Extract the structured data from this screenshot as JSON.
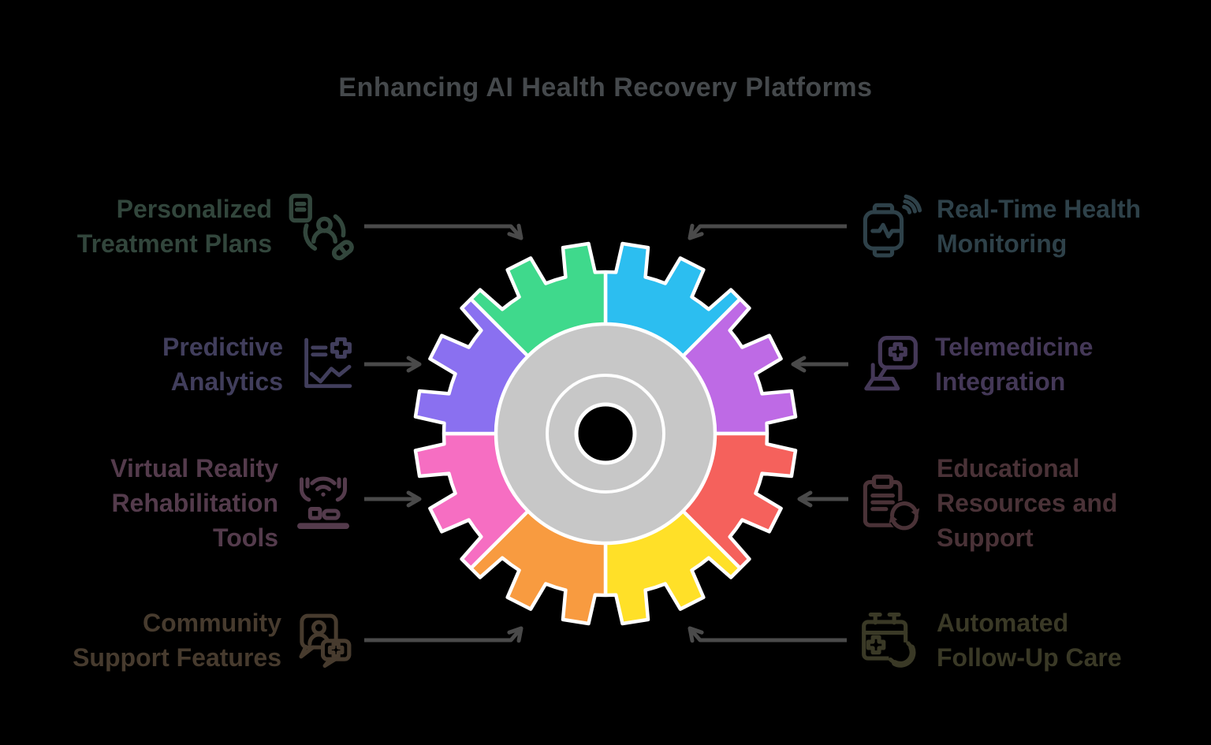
{
  "title": {
    "text": "Enhancing AI Health Recovery Platforms",
    "color": "#45494C"
  },
  "canvas": {
    "background": "#000000"
  },
  "arrows": {
    "color": "#4A4A4A"
  },
  "gear": {
    "hub_color": "#C7C7C7",
    "outline_color": "#FFFFFF",
    "center_hole_color": "#000000",
    "segment_colors_clockwise_from_top": [
      "#2CBEF0",
      "#BE6AE5",
      "#F5615C",
      "#FFE028",
      "#F89B40",
      "#F66EC2",
      "#8A70F0",
      "#3FD98C"
    ]
  },
  "items": [
    {
      "label": "Personalized Treatment Plans",
      "lines": [
        "Personalized",
        "Treatment Plans"
      ],
      "side": "left",
      "color": "#32463C",
      "icon": "treatment-plan-icon",
      "segment_color": "#3FD98C"
    },
    {
      "label": "Predictive Analytics",
      "lines": [
        "Predictive",
        "Analytics"
      ],
      "side": "left",
      "color": "#413E5C",
      "icon": "predictive-analytics-icon",
      "segment_color": "#8A70F0"
    },
    {
      "label": "Virtual Reality Rehabilitation Tools",
      "lines": [
        "Virtual Reality",
        "Rehabilitation",
        "Tools"
      ],
      "side": "left",
      "color": "#543B4C",
      "icon": "vr-rehabilitation-icon",
      "segment_color": "#F66EC2"
    },
    {
      "label": "Community Support Features",
      "lines": [
        "Community",
        "Support Features"
      ],
      "side": "left",
      "color": "#473B2E",
      "icon": "community-support-icon",
      "segment_color": "#F89B40"
    },
    {
      "label": "Real-Time Health Monitoring",
      "lines": [
        "Real-Time Health",
        "Monitoring"
      ],
      "side": "right",
      "color": "#2E4149",
      "icon": "smartwatch-monitoring-icon",
      "segment_color": "#2CBEF0"
    },
    {
      "label": "Telemedicine Integration",
      "lines": [
        "Telemedicine",
        "Integration"
      ],
      "side": "right",
      "color": "#443857",
      "icon": "telemedicine-icon",
      "segment_color": "#BE6AE5"
    },
    {
      "label": "Educational Resources and Support",
      "lines": [
        "Educational",
        "Resources and",
        "Support"
      ],
      "side": "right",
      "color": "#4A3237",
      "icon": "educational-resources-icon",
      "segment_color": "#F5615C"
    },
    {
      "label": "Automated Follow-Up Care",
      "lines": [
        "Automated",
        "Follow-Up Care"
      ],
      "side": "right",
      "color": "#3A3926",
      "icon": "follow-up-care-icon",
      "segment_color": "#FFE028"
    }
  ]
}
